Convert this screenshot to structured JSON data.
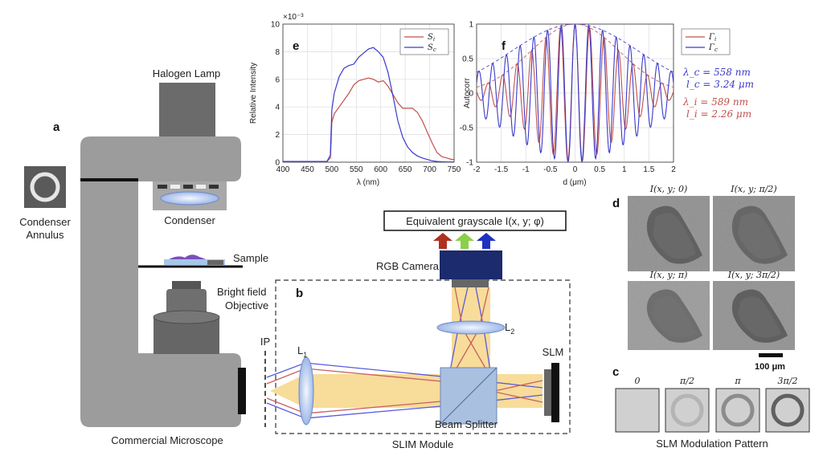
{
  "panels": {
    "a": "a",
    "b": "b",
    "c": "c",
    "d": "d",
    "e": "e",
    "f": "f"
  },
  "microscope": {
    "halogen_lamp": "Halogen Lamp",
    "condenser": "Condenser",
    "condenser_annulus_1": "Condenser",
    "condenser_annulus_2": "Annulus",
    "sample": "Sample",
    "objective_1": "Bright field",
    "objective_2": "Objective",
    "commercial_microscope": "Commercial Microscope",
    "ip": "IP"
  },
  "slim": {
    "equivalent_grayscale": "Equivalent grayscale I(x, y; φ)",
    "rgb_camera": "RGB Camera",
    "l1": "L",
    "l1_sub": "1",
    "l2": "L",
    "l2_sub": "2",
    "slm": "SLM",
    "beam_splitter": "Beam Splitter",
    "module_label": "SLIM Module",
    "arrow_colors": [
      "#b03020",
      "#8ccf4a",
      "#2030c0"
    ],
    "beam_color": "#f7dc9a"
  },
  "images_d": {
    "labels": [
      "I(x, y; 0)",
      "I(x, y; π/2)",
      "I(x, y; π)",
      "I(x, y; 3π/2)"
    ],
    "scale_bar": "100 μm"
  },
  "modulation_c": {
    "labels": [
      "0",
      "π/2",
      "π",
      "3π/2"
    ],
    "title": "SLM Modulation Pattern"
  },
  "chart_data": [
    {
      "type": "line",
      "panel": "e",
      "xlabel": "λ (nm)",
      "ylabel": "Relative Intensity",
      "scale_label": "×10⁻³",
      "xlim": [
        400,
        750
      ],
      "ylim": [
        0,
        10
      ],
      "xticks": [
        400,
        450,
        500,
        550,
        600,
        650,
        700,
        750
      ],
      "yticks": [
        0,
        2,
        4,
        6,
        8,
        10
      ],
      "grid": true,
      "legend_position": "top-right",
      "series": [
        {
          "name": "S_i",
          "color": "#c0504d",
          "x": [
            400,
            490,
            497,
            500,
            505,
            515,
            525,
            535,
            545,
            555,
            565,
            575,
            585,
            595,
            605,
            615,
            625,
            635,
            645,
            655,
            665,
            675,
            685,
            695,
            705,
            715,
            725,
            735,
            745,
            750
          ],
          "y": [
            0.05,
            0.05,
            0.3,
            2.9,
            3.5,
            4.0,
            4.5,
            5.0,
            5.6,
            5.9,
            6.0,
            6.1,
            6.0,
            5.8,
            5.9,
            5.5,
            4.9,
            4.3,
            3.9,
            3.9,
            3.9,
            3.6,
            3.0,
            2.2,
            1.4,
            0.7,
            0.4,
            0.3,
            0.2,
            0.2
          ]
        },
        {
          "name": "S_c",
          "color": "#3a3acc",
          "x": [
            400,
            490,
            497,
            500,
            505,
            515,
            525,
            535,
            545,
            555,
            565,
            575,
            585,
            595,
            605,
            615,
            625,
            635,
            645,
            655,
            665,
            675,
            685,
            695,
            705,
            715,
            725,
            735,
            745,
            750
          ],
          "y": [
            0.05,
            0.05,
            0.5,
            3.8,
            5.0,
            6.2,
            6.8,
            7.0,
            7.1,
            7.6,
            7.9,
            8.2,
            8.3,
            8.0,
            7.6,
            6.5,
            4.8,
            3.0,
            1.8,
            1.1,
            0.7,
            0.45,
            0.3,
            0.2,
            0.1,
            0.05,
            0.03,
            0.02,
            0.02,
            0.02
          ]
        }
      ]
    },
    {
      "type": "line",
      "panel": "f",
      "xlabel": "d (μm)",
      "ylabel": "Autocorr",
      "xlim": [
        -2,
        2
      ],
      "ylim": [
        -1,
        1
      ],
      "xticks": [
        -2,
        -1.5,
        -1,
        -0.5,
        0,
        0.5,
        1,
        1.5,
        2
      ],
      "yticks": [
        -1,
        -0.5,
        0,
        0.5,
        1
      ],
      "grid": true,
      "legend_position": "top-right",
      "series": [
        {
          "name": "Γ_i",
          "color": "#c0504d",
          "wavelength_um": 0.589,
          "coherence_um": 2.26
        },
        {
          "name": "Γ_c",
          "color": "#3a3acc",
          "wavelength_um": 0.558,
          "coherence_um": 3.24
        }
      ],
      "annotations": [
        {
          "text": "λ_c = 558 nm",
          "color": "#3a3acc"
        },
        {
          "text": "l_c = 3.24 μm",
          "color": "#3a3acc"
        },
        {
          "text": "λ_i = 589 nm",
          "color": "#c0504d"
        },
        {
          "text": "l_i = 2.26 μm",
          "color": "#c0504d"
        }
      ]
    }
  ]
}
